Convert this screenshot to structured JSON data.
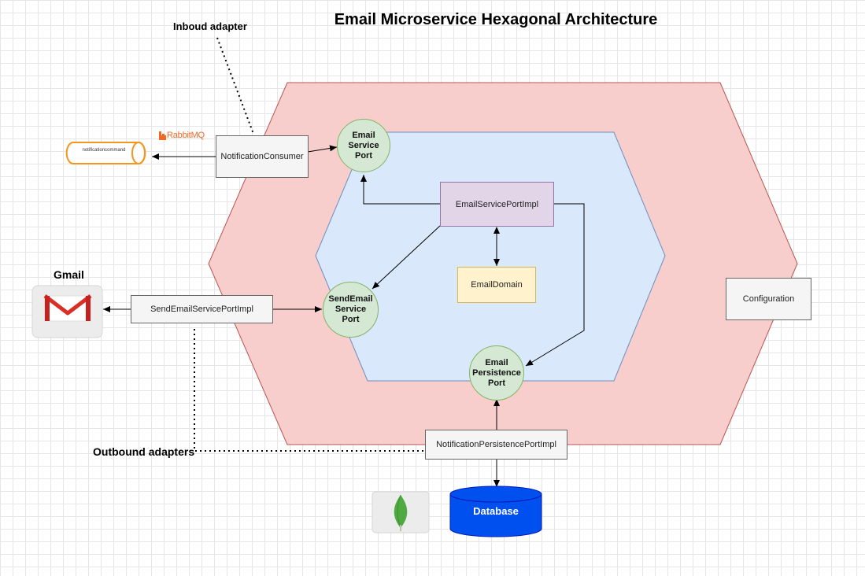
{
  "title": "Email Microservice Hexagonal Architecture",
  "annotations": {
    "inbound": "Inboud adapter",
    "outbound": "Outbound adapters"
  },
  "external": {
    "gmail_label": "Gmail",
    "rabbitmq_logo": "RabbitMQ",
    "queue_label": "notificationcommand",
    "database_label": "Database"
  },
  "adapters": {
    "notification_consumer": "NotificationConsumer",
    "send_email_service_port_impl": "SendEmailServicePortImpl",
    "notification_persistence_port_impl": "NotificationPersistencePortImpl",
    "configuration": "Configuration"
  },
  "ports": {
    "email_service_port": "Email\nService\nPort",
    "send_email_service_port": "SendEmail\nService\nPort",
    "email_persistence_port": "Email\nPersistence\nPort"
  },
  "core": {
    "email_service_port_impl": "EmailServicePortImpl",
    "email_domain": "EmailDomain"
  },
  "colors": {
    "outer_hexagon": "#f8cecc",
    "inner_hexagon": "#dae8fc",
    "port_fill": "#d5e8d4",
    "impl_fill": "#e1d5e7",
    "domain_fill": "#fff2cc",
    "queue_stroke": "#f5951e",
    "database_fill": "#0050ef",
    "rabbitmq": "#f26722"
  },
  "icons": [
    "gmail-icon",
    "rabbitmq-logo",
    "mongodb-icon",
    "database-cylinder-icon",
    "queue-cylinder-icon"
  ]
}
